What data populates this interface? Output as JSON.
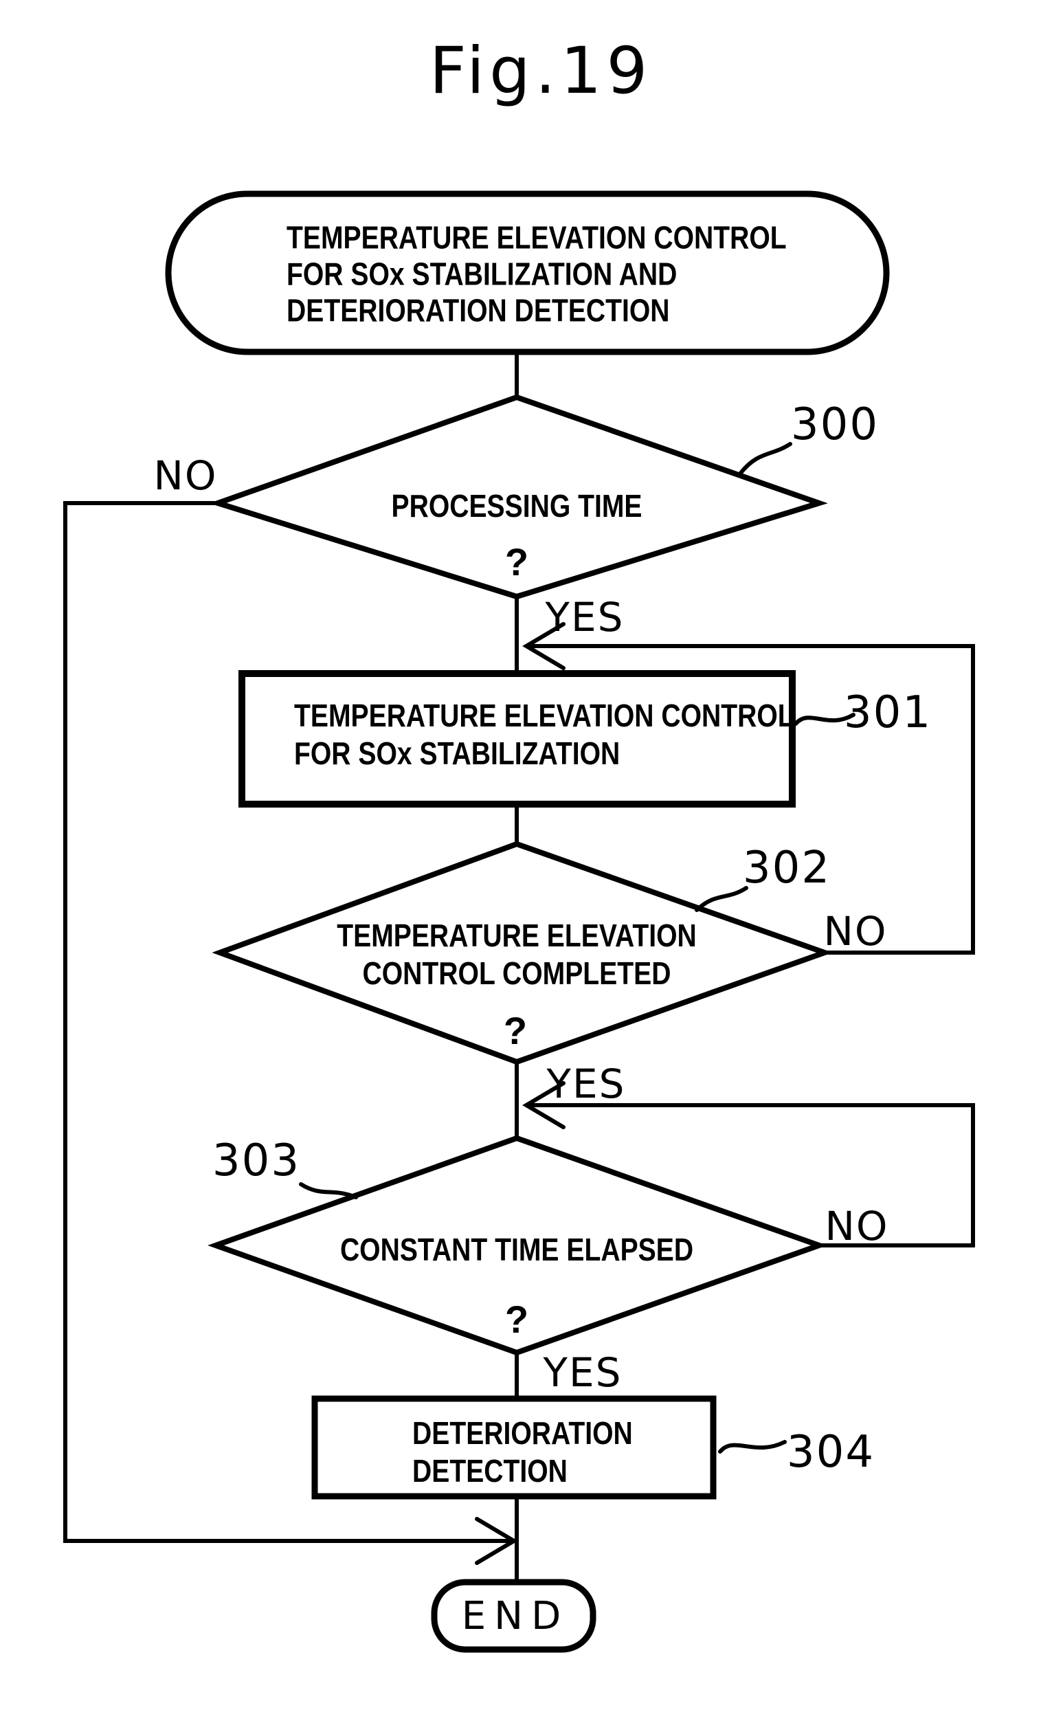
{
  "figure": {
    "title": "Fig.19"
  },
  "colors": {
    "ink": "#000000",
    "paper": "#ffffff"
  },
  "flowchart": {
    "start": {
      "lines": [
        "TEMPERATURE ELEVATION CONTROL",
        "FOR SOx STABILIZATION AND",
        "DETERIORATION DETECTION"
      ]
    },
    "d300": {
      "label": "300",
      "text": "PROCESSING TIME",
      "q": "?",
      "no": "NO",
      "yes": "YES"
    },
    "p301": {
      "label": "301",
      "lines": [
        "TEMPERATURE ELEVATION CONTROL",
        "FOR SOx STABILIZATION"
      ]
    },
    "d302": {
      "label": "302",
      "lines": [
        "TEMPERATURE ELEVATION",
        "CONTROL COMPLETED"
      ],
      "q": "?",
      "no": "NO",
      "yes": "YES"
    },
    "d303": {
      "label": "303",
      "text": "CONSTANT TIME ELAPSED",
      "q": "?",
      "no": "NO",
      "yes": "YES"
    },
    "p304": {
      "label": "304",
      "lines": [
        "DETERIORATION",
        "DETECTION"
      ]
    },
    "end": {
      "text": "END"
    }
  }
}
